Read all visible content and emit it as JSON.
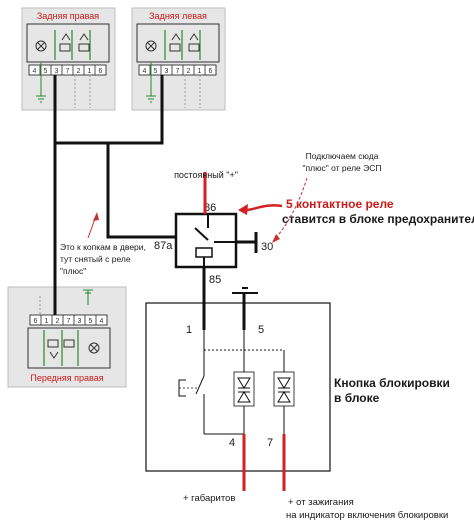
{
  "connectors": {
    "rear_right": {
      "label": "Задняя правая",
      "pins": [
        "4",
        "5",
        "3",
        "7",
        "2",
        "1",
        "6"
      ]
    },
    "rear_left": {
      "label": "Задняя левая",
      "pins": [
        "4",
        "5",
        "3",
        "7",
        "2",
        "1",
        "6"
      ]
    },
    "front_right": {
      "label": "Передняя правая",
      "pins": [
        "6",
        "1",
        "2",
        "7",
        "3",
        "5",
        "4"
      ]
    }
  },
  "relay": {
    "pin_86": "86",
    "pin_87a": "87a",
    "pin_30": "30",
    "pin_85": "85",
    "title_red": "5 контактное реле",
    "title_dark": "ставится в блоке предохранителей"
  },
  "notes": {
    "constant_plus": "постоянный \"+\"",
    "esp_line1": "Подключаем сюда",
    "esp_line2": "\"плюс\" от реле ЭСП",
    "door_line1": "Это к копкам в двери,",
    "door_line2": "тут снятый с реле",
    "door_line3": "\"плюс\""
  },
  "block": {
    "title_line1": "Кнопка блокировки",
    "title_line2": "в блоке",
    "pin_1": "1",
    "pin_5": "5",
    "pin_4": "4",
    "pin_7": "7"
  },
  "outputs": {
    "gabarity": "+ габаритов",
    "ignition_line1": "+ от зажигания",
    "ignition_line2": "на индикатор включения блокировки"
  },
  "colors": {
    "red_wire": "#d42020",
    "black_wire": "#111111",
    "connector_bg": "#e6e6e6",
    "green_wire": "#2a8a2a"
  }
}
